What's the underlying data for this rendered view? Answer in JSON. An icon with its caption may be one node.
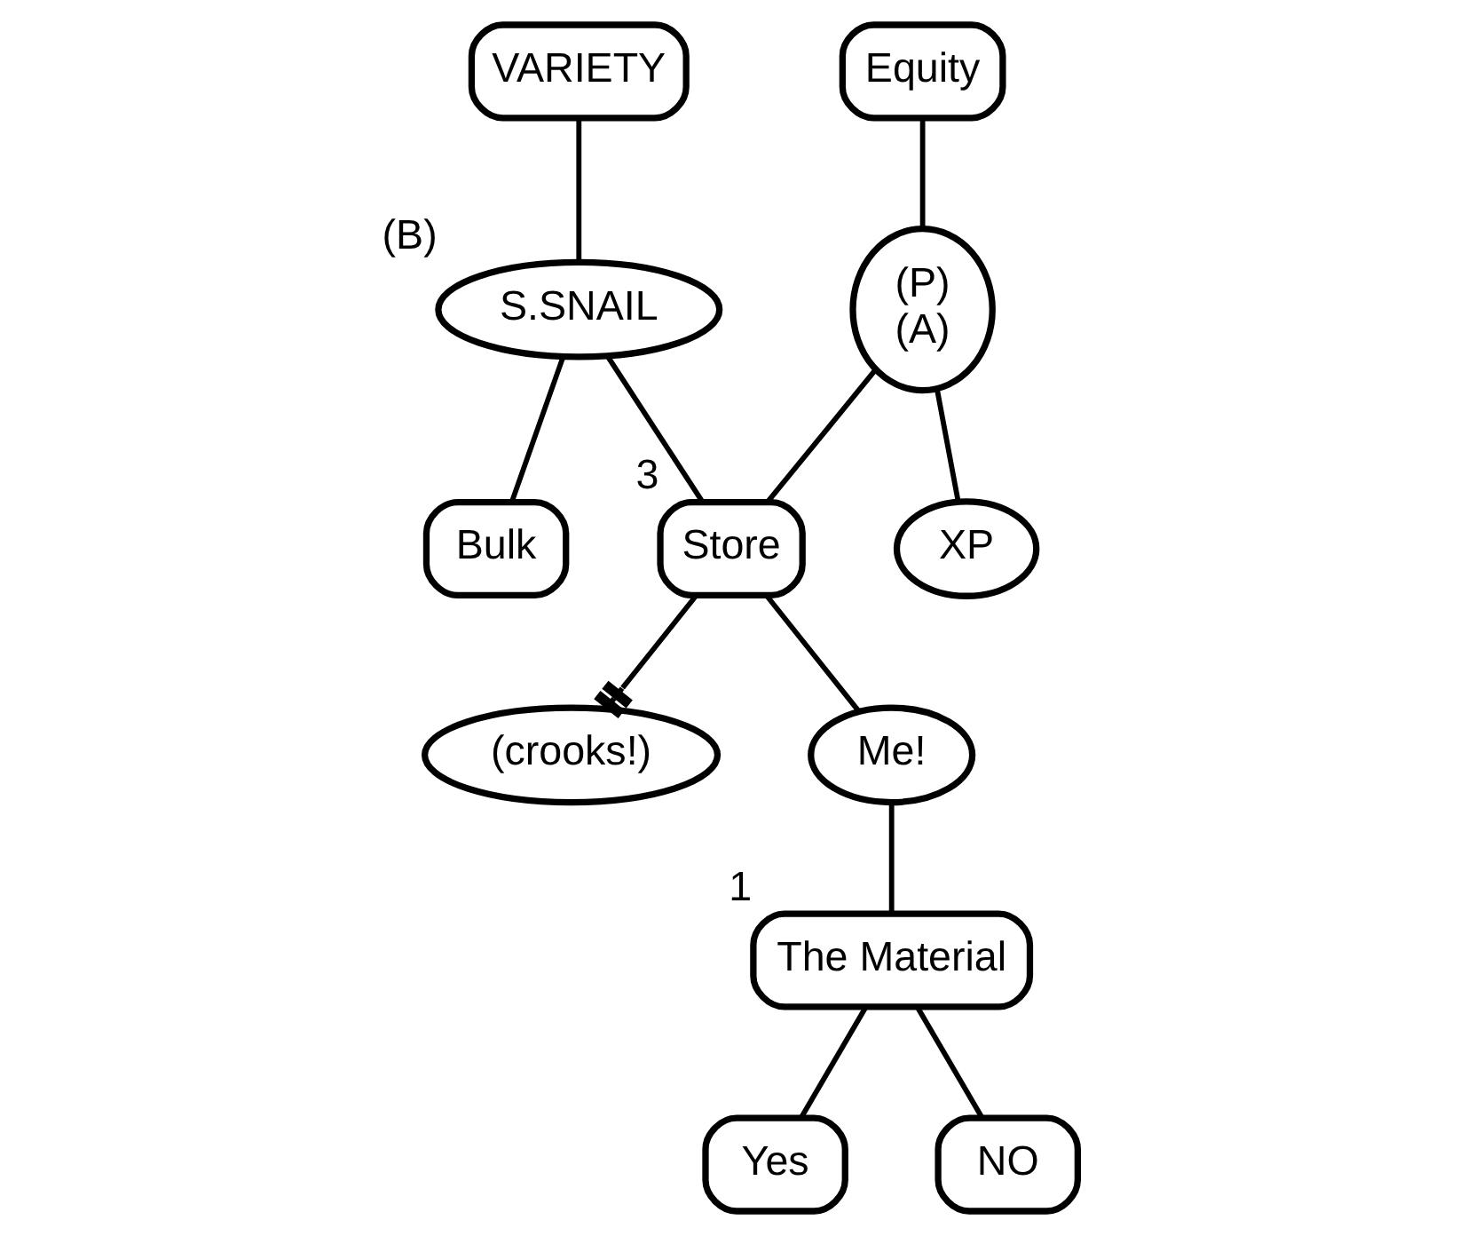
{
  "diagram": {
    "nodes": [
      {
        "text": [
          "VARIETY"
        ]
      },
      {
        "text": [
          "S.SNAIL"
        ],
        "beside": [
          "(B)"
        ]
      },
      {
        "text": [
          "Bulk"
        ]
      },
      {
        "text": [
          "Equity"
        ]
      },
      {
        "text": [
          "(P)",
          "(A)"
        ]
      },
      {
        "text": [
          "XP"
        ]
      },
      {
        "text": [
          "Store"
        ],
        "beside": [
          "3"
        ]
      },
      {
        "text": [
          "(crooks!)"
        ]
      },
      {
        "text": [
          "Me!"
        ]
      },
      {
        "text": [
          "The Material"
        ],
        "beside": [
          "1"
        ]
      },
      {
        "text": [
          "Yes"
        ]
      },
      {
        "text": [
          "NO"
        ]
      }
    ],
    "edges": [
      {
        "from": 0,
        "to": 1,
        "arrow": "none"
      },
      {
        "from": 1,
        "to": 2,
        "arrow": "none"
      },
      {
        "from": 3,
        "to": 4,
        "arrow": "none"
      },
      {
        "from": 4,
        "to": 5,
        "arrow": "none"
      },
      {
        "from": 1,
        "to": 6,
        "arrow": "none"
      },
      {
        "from": 4,
        "to": 6,
        "arrow": "none"
      },
      {
        "from": 6,
        "to": 7,
        "arrow": "other"
      },
      {
        "from": 6,
        "to": 8,
        "arrow": "none"
      },
      {
        "from": 8,
        "to": 9,
        "arrow": "none"
      },
      {
        "from": 9,
        "to": 10,
        "arrow": "none"
      },
      {
        "from": 9,
        "to": 11,
        "arrow": "none"
      }
    ]
  }
}
